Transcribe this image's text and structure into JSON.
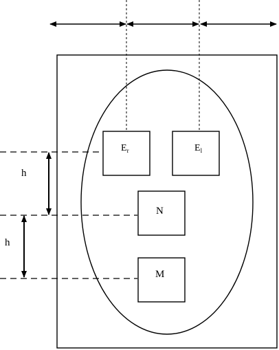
{
  "diagram": {
    "boxes": {
      "e_left": {
        "main": "E",
        "sub": "r"
      },
      "e_right": {
        "main": "E",
        "sub": "l"
      },
      "n": {
        "main": "N"
      },
      "m": {
        "main": "M"
      }
    },
    "height_labels": {
      "upper": "h",
      "lower": "h"
    }
  }
}
